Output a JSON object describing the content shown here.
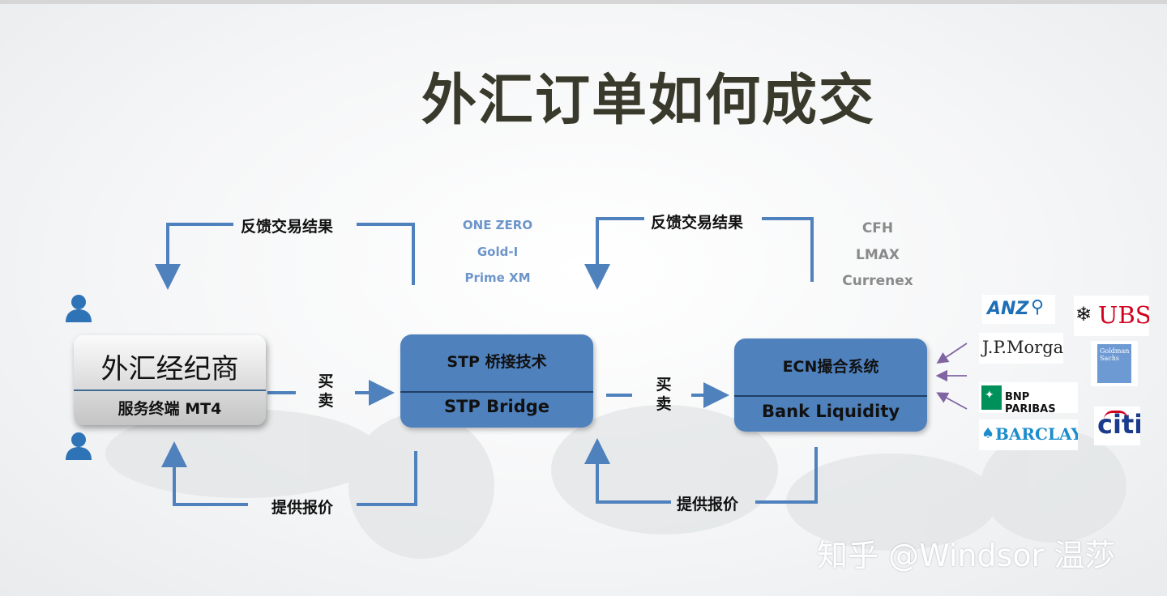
{
  "title": "外汇订单如何成交",
  "broker": {
    "name": "外汇经纪商",
    "terminal": "服务终端  MT4"
  },
  "stp": {
    "top": "STP 桥接技术",
    "bottom": "STP Bridge"
  },
  "ecn": {
    "top": "ECN撮合系统",
    "bottom": "Bank Liquidity"
  },
  "labels": {
    "feedback_left": "反馈交易结果",
    "feedback_right": "反馈交易结果",
    "quote_left": "提供报价",
    "quote_right": "提供报价",
    "buysell_left": [
      "买",
      "卖"
    ],
    "buysell_right": [
      "买",
      "卖"
    ]
  },
  "bridge_providers": [
    "ONE ZERO",
    "Gold-I",
    "Prime XM"
  ],
  "ecn_providers": [
    "CFH",
    "LMAX",
    "Currenex"
  ],
  "banks": {
    "anz": "ANZ",
    "ubs": "UBS",
    "jpmorgan": "J.P.Morgan",
    "goldman": "Goldman Sachs",
    "bnp": "BNP PARIBAS",
    "barclays": "BARCLAYS",
    "citi": "citi"
  },
  "watermark": "知乎 @Windsor 温莎",
  "colors": {
    "arrow": "#4f81bd",
    "box": "#4f81bd",
    "title": "#3a3a2c",
    "provider": "#6d95c9"
  }
}
